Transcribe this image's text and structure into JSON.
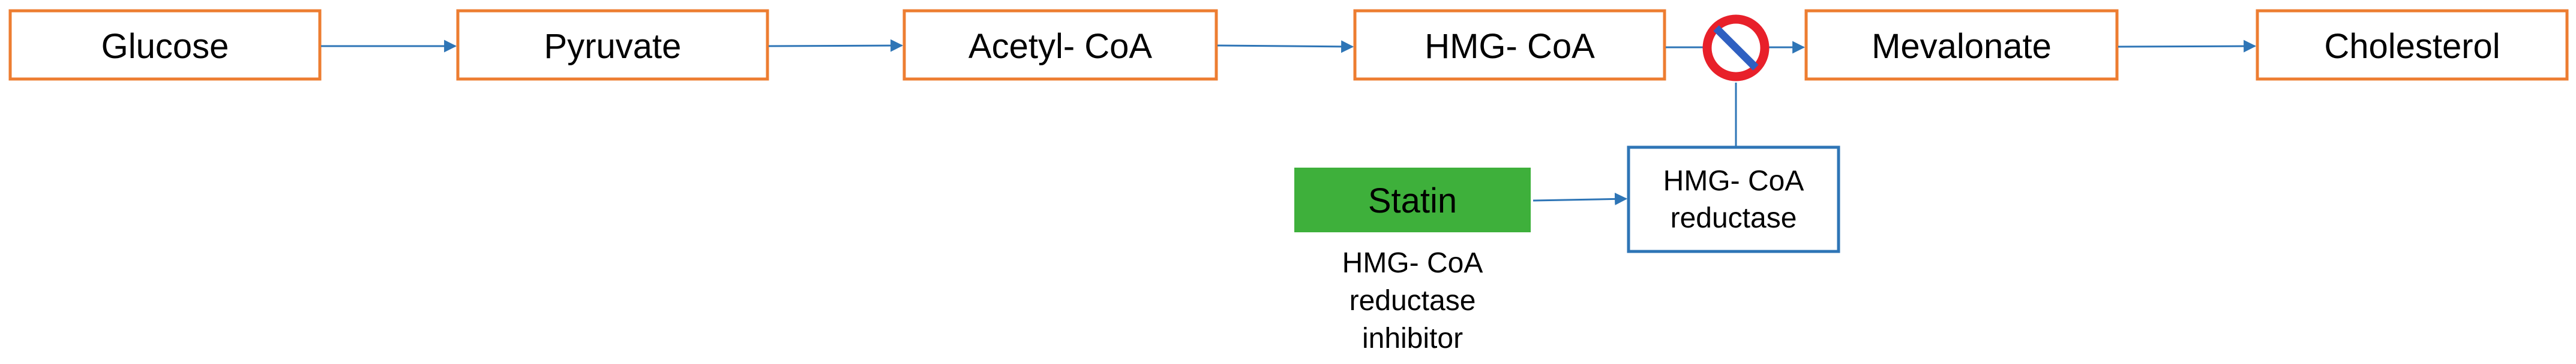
{
  "colors": {
    "pathway_box_border": "#ED7D31",
    "enzyme_box_border": "#2E75B6",
    "statin_fill": "#3EB03B",
    "arrow": "#2E75B6",
    "block_symbol": "#E8202A",
    "block_symbol_slash": "#2E5FC1"
  },
  "pathway": {
    "steps": [
      "Glucose",
      "Pyruvate",
      "Acetyl- CoA",
      "HMG- CoA",
      "Mevalonate",
      "Cholesterol"
    ]
  },
  "enzyme": {
    "line1": "HMG- CoA",
    "line2": "reductase"
  },
  "drug": {
    "label": "Statin",
    "caption_line1": "HMG- CoA",
    "caption_line2": "reductase",
    "caption_line3": "inhibitor"
  },
  "block_icon": "no-entry-icon"
}
